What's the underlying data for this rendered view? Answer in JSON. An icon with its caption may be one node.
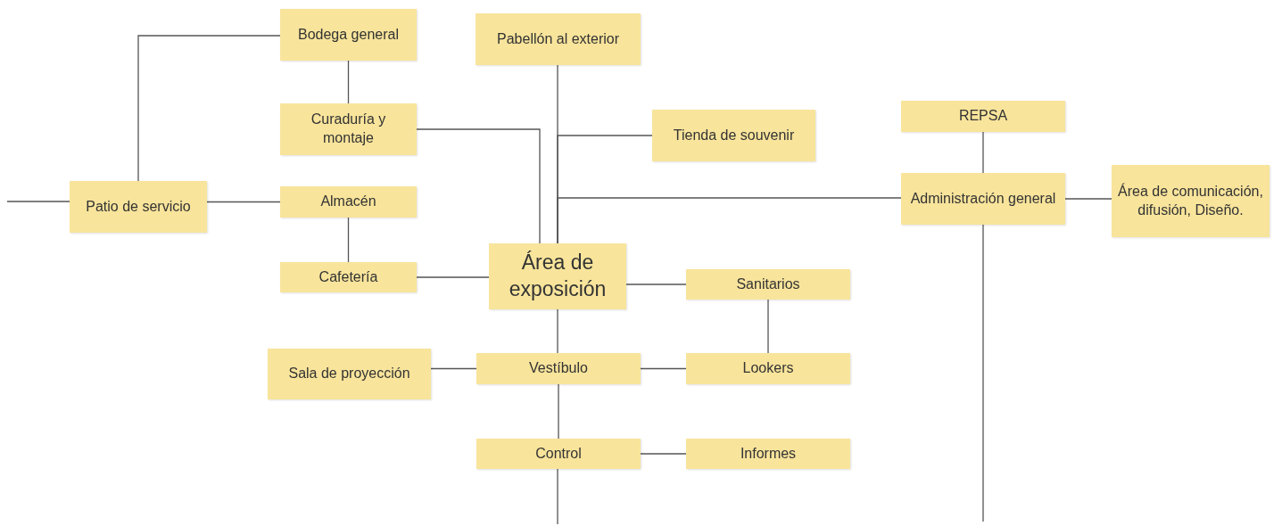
{
  "diagram": {
    "nodes": [
      {
        "text": [
          "Bodega general"
        ]
      },
      {
        "text": [
          "Pabellón al exterior"
        ]
      },
      {
        "text": [
          "Curaduría y montaje"
        ]
      },
      {
        "text": [
          "Tienda de souvenir"
        ]
      },
      {
        "text": [
          "REPSA"
        ]
      },
      {
        "text": [
          "Patio de servicio"
        ]
      },
      {
        "text": [
          "Almacén"
        ]
      },
      {
        "text": [
          "Administración general"
        ]
      },
      {
        "text": [
          "Área de comunicación, difusión, Diseño."
        ]
      },
      {
        "text": [
          "Cafetería"
        ]
      },
      {
        "text": [
          "Área de exposición"
        ]
      },
      {
        "text": [
          "Sanitarios"
        ]
      },
      {
        "text": [
          "Sala de proyección"
        ]
      },
      {
        "text": [
          "Vestíbulo"
        ]
      },
      {
        "text": [
          "Lookers"
        ]
      },
      {
        "text": [
          "Control"
        ]
      },
      {
        "text": [
          "Informes"
        ]
      }
    ],
    "edges": [
      {
        "from": null,
        "to": 5,
        "arrow": "none"
      },
      {
        "from": 5,
        "to": 0,
        "arrow": "none"
      },
      {
        "from": 5,
        "to": 6,
        "arrow": "none"
      },
      {
        "from": 0,
        "to": 2,
        "arrow": "none"
      },
      {
        "from": 6,
        "to": 9,
        "arrow": "none"
      },
      {
        "from": 2,
        "to": 10,
        "arrow": "none"
      },
      {
        "from": 9,
        "to": 10,
        "arrow": "none"
      },
      {
        "from": 1,
        "to": 10,
        "arrow": "none"
      },
      {
        "from": 3,
        "to": 10,
        "arrow": "none"
      },
      {
        "from": 7,
        "to": 10,
        "arrow": "none"
      },
      {
        "from": 4,
        "to": 7,
        "arrow": "none"
      },
      {
        "from": 7,
        "to": 8,
        "arrow": "none"
      },
      {
        "from": 7,
        "to": null,
        "arrow": "none"
      },
      {
        "from": 10,
        "to": 11,
        "arrow": "none"
      },
      {
        "from": 11,
        "to": 14,
        "arrow": "none"
      },
      {
        "from": 10,
        "to": 13,
        "arrow": "none"
      },
      {
        "from": 12,
        "to": 13,
        "arrow": "none"
      },
      {
        "from": 13,
        "to": 14,
        "arrow": "none"
      },
      {
        "from": 13,
        "to": 15,
        "arrow": "none"
      },
      {
        "from": 15,
        "to": 16,
        "arrow": "none"
      },
      {
        "from": 15,
        "to": null,
        "arrow": "none"
      }
    ]
  }
}
